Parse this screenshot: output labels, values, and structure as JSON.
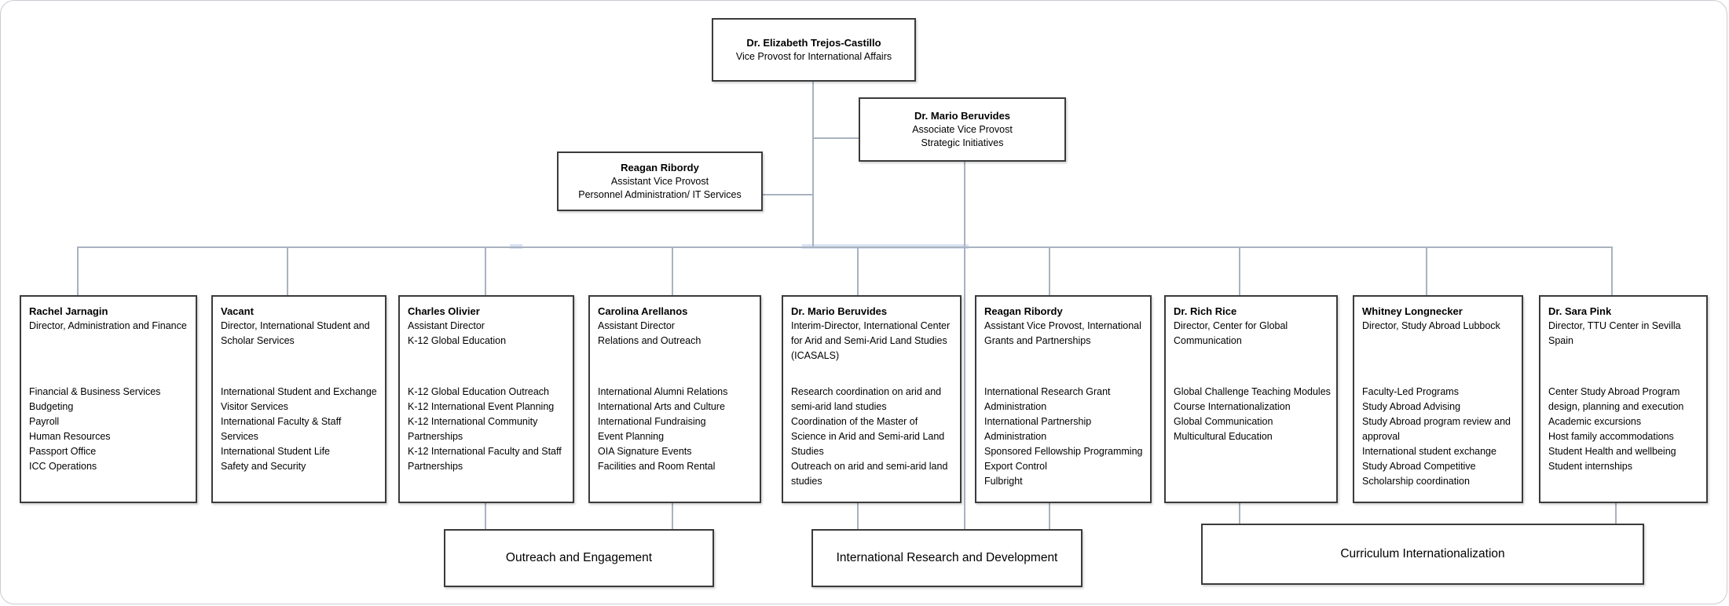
{
  "chart": {
    "leadership": {
      "vice_provost": {
        "name": "Dr. Elizabeth Trejos-Castillo",
        "title": "Vice Provost for International Affairs"
      },
      "associate_vice_provost": {
        "name": "Dr. Mario Beruvides",
        "title": "Associate Vice Provost\nStrategic Initiatives"
      },
      "assistant_vice_provost": {
        "name": "Reagan Ribordy",
        "title": "Assistant Vice Provost\nPersonnel Administration/ IT Services"
      }
    },
    "cards": [
      {
        "name": "Rachel Jarnagin",
        "title": "Director, Administration and Finance",
        "duties": "Financial & Business Services\nBudgeting\nPayroll\nHuman Resources\nPassport Office\nICC Operations"
      },
      {
        "name": "Vacant",
        "title": "Director, International Student and Scholar Services",
        "duties": "International Student and Exchange Visitor Services\nInternational Faculty & Staff Services\nInternational Student Life\nSafety and Security"
      },
      {
        "name": "Charles Olivier",
        "title": "Assistant Director\nK-12 Global Education",
        "duties": "K-12 Global Education Outreach\nK-12 International Event Planning\nK-12 International Community Partnerships\nK-12 International Faculty and Staff Partnerships"
      },
      {
        "name": "Carolina Arellanos",
        "title": "Assistant Director\nRelations and Outreach",
        "duties": "International Alumni Relations\nInternational Arts and Culture\nInternational Fundraising\nEvent Planning\nOIA Signature Events\nFacilities and Room Rental"
      },
      {
        "name": "Dr. Mario Beruvides",
        "title": "Interim-Director, International Center for Arid and Semi-Arid Land Studies (ICASALS)",
        "duties": "Research coordination on arid and semi-arid land studies\nCoordination of the Master of Science in Arid and Semi-arid Land Studies\nOutreach on arid and semi-arid land studies"
      },
      {
        "name": "Reagan Ribordy",
        "title": "Assistant Vice Provost, International Grants and Partnerships",
        "duties": "International Research Grant Administration\nInternational Partnership Administration\nSponsored Fellowship Programming\nExport Control\nFulbright"
      },
      {
        "name": "Dr. Rich Rice",
        "title": "Director, Center for Global Communication",
        "duties": "Global Challenge Teaching Modules\nCourse Internationalization\nGlobal Communication\nMulticultural Education"
      },
      {
        "name": "Whitney Longnecker",
        "title": "Director, Study Abroad Lubbock",
        "duties": "Faculty-Led Programs\nStudy Abroad Advising\nStudy Abroad program review and approval\nInternational student exchange\nStudy Abroad Competitive Scholarship coordination"
      },
      {
        "name": "Dr. Sara Pink",
        "title": "Director, TTU Center in Sevilla Spain",
        "duties": "Center Study Abroad Program design, planning and execution\nAcademic excursions\nHost family accommodations\nStudent Health and wellbeing\nStudent internships"
      }
    ],
    "groups": [
      {
        "label": "Outreach and Engagement"
      },
      {
        "label": "International Research and Development"
      },
      {
        "label": "Curriculum Internationalization"
      }
    ]
  },
  "colors": {
    "box_border": "#3b3b3b",
    "connector_line": "#a9b2bf",
    "spine_highlight": "#d8e4f5",
    "text": "#000000",
    "background": "#ffffff"
  }
}
